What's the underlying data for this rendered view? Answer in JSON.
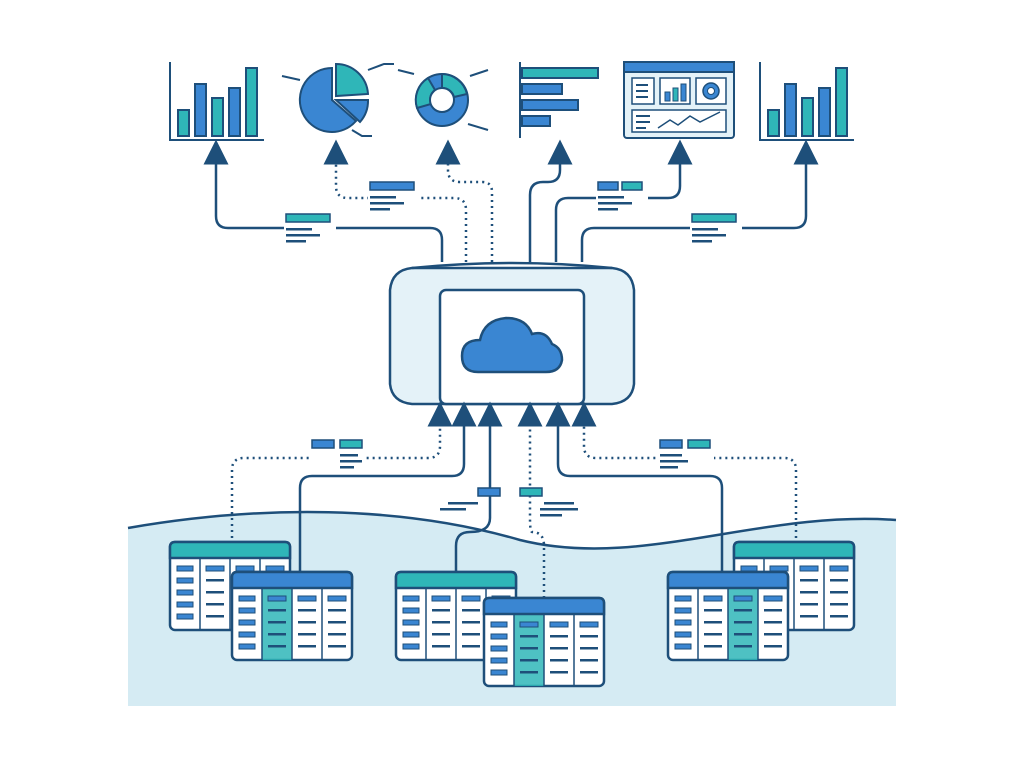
{
  "colors": {
    "ink": "#1e4f7a",
    "blue": "#3a86d2",
    "teal": "#2fb6b8",
    "light": "#d5ebf3",
    "hub_fill": "#e4f2f8",
    "white": "#ffffff"
  },
  "hub": {
    "icon": "cloud-icon"
  },
  "outputs": [
    {
      "kind": "bar-chart",
      "icon": "bar-chart-icon"
    },
    {
      "kind": "pie-chart",
      "icon": "pie-chart-icon"
    },
    {
      "kind": "donut-chart",
      "icon": "donut-chart-icon"
    },
    {
      "kind": "horizontal-bar-chart",
      "icon": "horizontal-bar-chart-icon"
    },
    {
      "kind": "dashboard",
      "icon": "dashboard-icon"
    },
    {
      "kind": "bar-chart",
      "icon": "bar-chart-icon"
    }
  ],
  "sources": [
    {
      "kind": "data-table",
      "group": "left"
    },
    {
      "kind": "data-table",
      "group": "left"
    },
    {
      "kind": "data-table",
      "group": "center"
    },
    {
      "kind": "data-table",
      "group": "center"
    },
    {
      "kind": "data-table",
      "group": "right"
    },
    {
      "kind": "data-table",
      "group": "right"
    }
  ]
}
